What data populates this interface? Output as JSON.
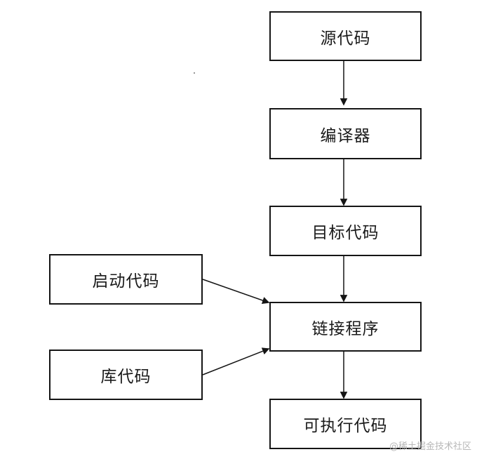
{
  "diagram": {
    "nodes": {
      "source": "源代码",
      "compiler": "编译器",
      "object": "目标代码",
      "startup": "启动代码",
      "linker": "链接程序",
      "library": "库代码",
      "executable": "可执行代码"
    },
    "edges": [
      {
        "from": "source",
        "to": "compiler"
      },
      {
        "from": "compiler",
        "to": "object"
      },
      {
        "from": "object",
        "to": "linker"
      },
      {
        "from": "startup",
        "to": "linker"
      },
      {
        "from": "library",
        "to": "linker"
      },
      {
        "from": "linker",
        "to": "executable"
      }
    ]
  },
  "watermark": "@稀土掘金技术社区",
  "colors": {
    "line": "#151515",
    "text": "#1a1a1a",
    "watermark": "#b8b8b8"
  }
}
